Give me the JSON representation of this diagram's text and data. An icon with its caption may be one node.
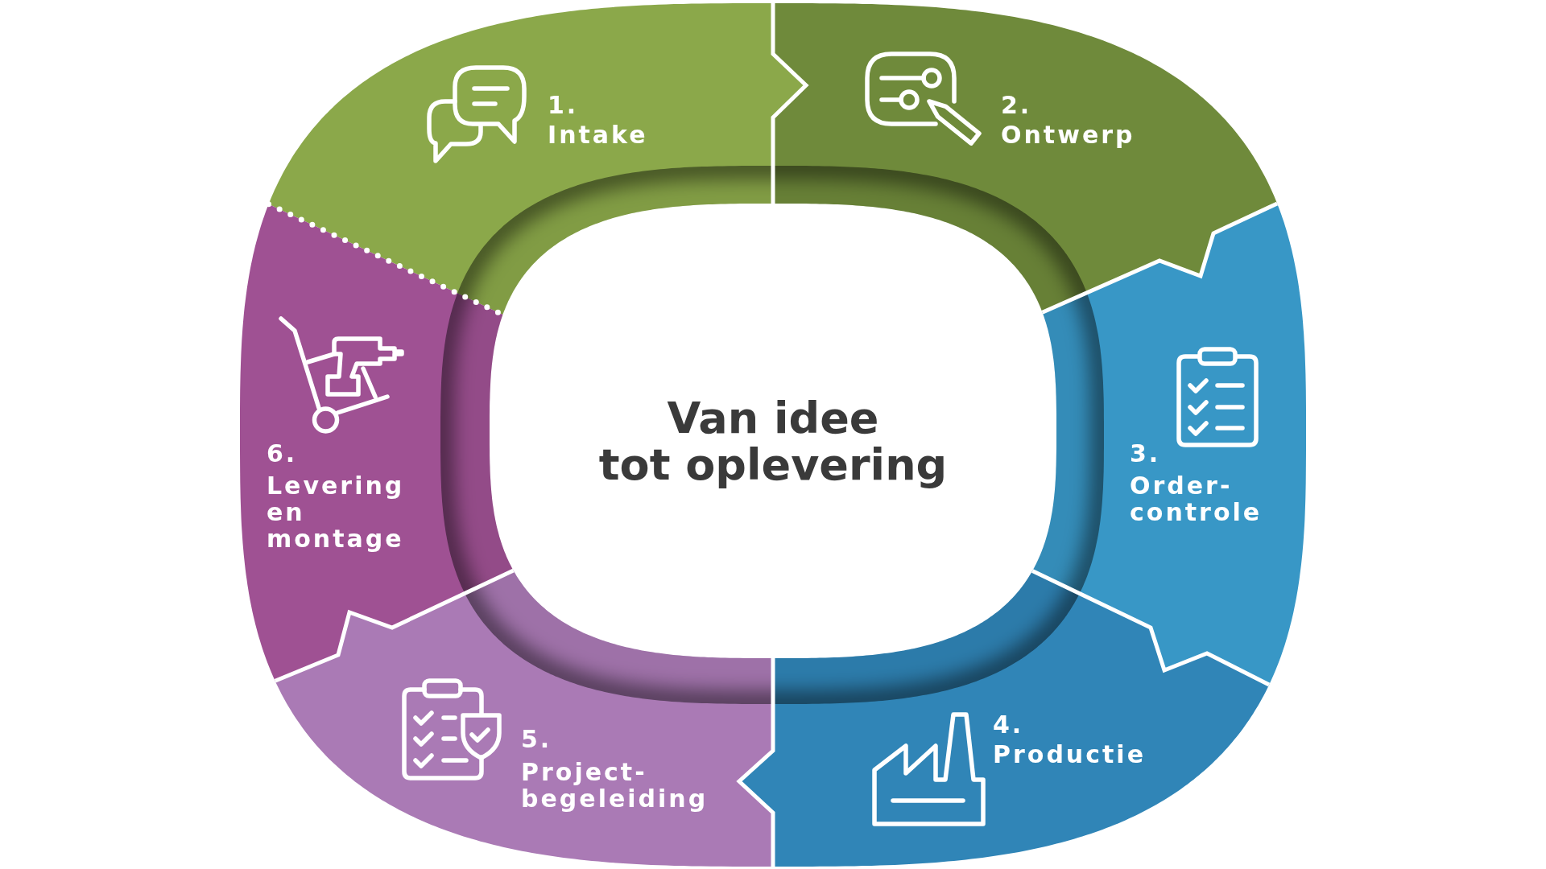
{
  "diagram": {
    "title": "Van idee tot oplevering",
    "nodes": [
      {
        "text": [
          "1.",
          "Intake"
        ]
      },
      {
        "text": [
          "2.",
          "Ontwerp"
        ]
      },
      {
        "text": [
          "3.",
          "Order- controle"
        ]
      },
      {
        "text": [
          "4.",
          "Productie"
        ]
      },
      {
        "text": [
          "5.",
          "Project- begeleiding"
        ]
      },
      {
        "text": [
          "6.",
          "Levering en montage"
        ]
      }
    ]
  }
}
